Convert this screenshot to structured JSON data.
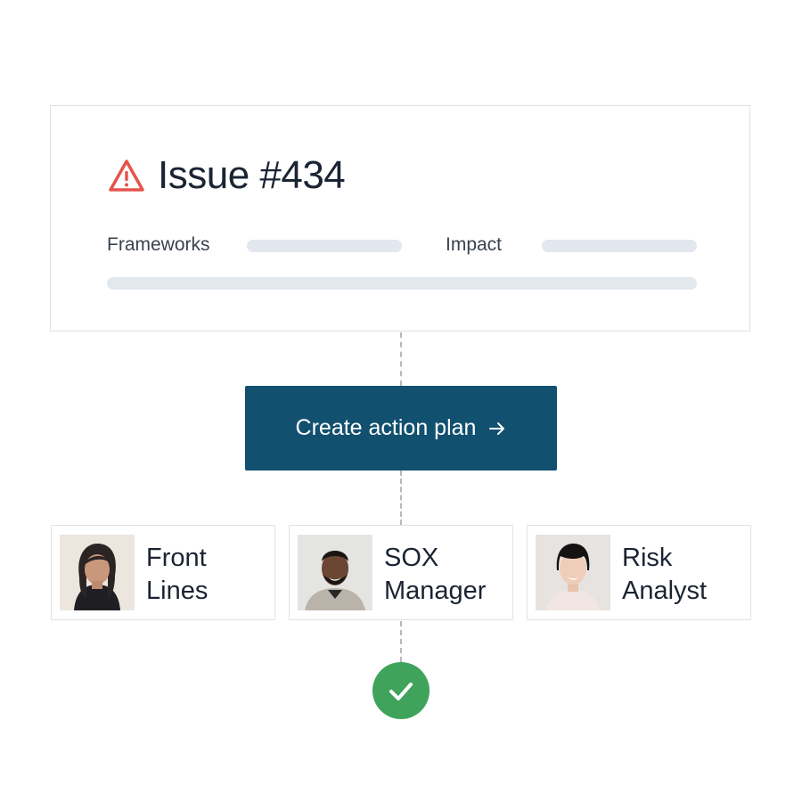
{
  "issue": {
    "title": "Issue #434",
    "icon": "warning-triangle-icon",
    "icon_color": "#e5534b",
    "fields": [
      {
        "label": "Frameworks"
      },
      {
        "label": "Impact"
      }
    ]
  },
  "action": {
    "label": "Create action plan",
    "icon": "arrow-right-icon",
    "color": "#12506f"
  },
  "roles": [
    {
      "line1": "Front",
      "line2": "Lines",
      "avatar": "woman-portrait"
    },
    {
      "line1": "SOX",
      "line2": "Manager",
      "avatar": "man-portrait"
    },
    {
      "line1": "Risk",
      "line2": "Analyst",
      "avatar": "woman-portrait"
    }
  ],
  "status": {
    "icon": "checkmark-icon",
    "color": "#3fa35c"
  }
}
